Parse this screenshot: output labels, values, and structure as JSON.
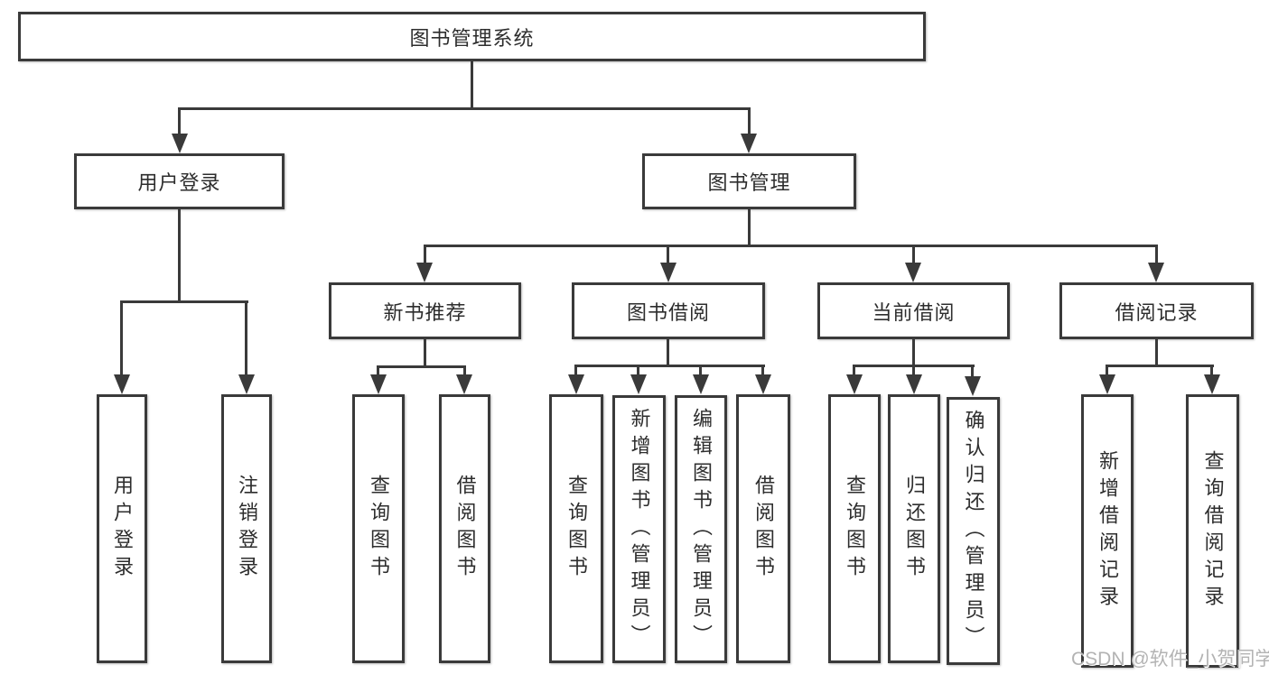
{
  "tree": {
    "label": "图书管理系统",
    "children": [
      {
        "label": "用户登录",
        "children": [
          {
            "label": "用户登录"
          },
          {
            "label": "注销登录"
          }
        ]
      },
      {
        "label": "图书管理",
        "children": [
          {
            "label": "新书推荐",
            "children": [
              {
                "label": "查询图书"
              },
              {
                "label": "借阅图书"
              }
            ]
          },
          {
            "label": "图书借阅",
            "children": [
              {
                "label": "查询图书"
              },
              {
                "label": "新增图书（管理员）"
              },
              {
                "label": "编辑图书（管理员）"
              },
              {
                "label": "借阅图书"
              }
            ]
          },
          {
            "label": "当前借阅",
            "children": [
              {
                "label": "查询图书"
              },
              {
                "label": "归还图书"
              },
              {
                "label": "确认归还（管理员）"
              }
            ]
          },
          {
            "label": "借阅记录",
            "children": [
              {
                "label": "新增借阅记录"
              },
              {
                "label": "查询借阅记录"
              }
            ]
          }
        ]
      }
    ]
  },
  "watermark": "CSDN @软件_小贺同学",
  "colors": {
    "line": "#3a3a3a",
    "text": "#2d2d2d",
    "watermark": "#b3b3b3",
    "background": "#ffffff"
  }
}
